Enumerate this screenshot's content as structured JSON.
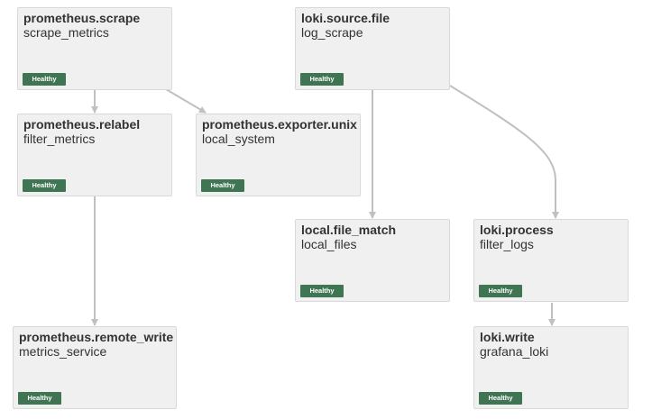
{
  "accent": {
    "healthy": "#3f7553",
    "node_background": "#f0f0f0",
    "node_border": "#d9d9d9",
    "edge": "#c0c0c0"
  },
  "nodes": [
    {
      "id": "prometheus-scrape",
      "type": "prometheus.scrape",
      "label": "scrape_metrics",
      "health": "Healthy"
    },
    {
      "id": "prometheus-relabel",
      "type": "prometheus.relabel",
      "label": "filter_metrics",
      "health": "Healthy"
    },
    {
      "id": "prometheus-exporter-unix",
      "type": "prometheus.exporter.unix",
      "label": "local_system",
      "health": "Healthy"
    },
    {
      "id": "prometheus-remote-write",
      "type": "prometheus.remote_write",
      "label": "metrics_service",
      "health": "Healthy"
    },
    {
      "id": "loki-source-file",
      "type": "loki.source.file",
      "label": "log_scrape",
      "health": "Healthy"
    },
    {
      "id": "local-file-match",
      "type": "local.file_match",
      "label": "local_files",
      "health": "Healthy"
    },
    {
      "id": "loki-process",
      "type": "loki.process",
      "label": "filter_logs",
      "health": "Healthy"
    },
    {
      "id": "loki-write",
      "type": "loki.write",
      "label": "grafana_loki",
      "health": "Healthy"
    }
  ],
  "edges": [
    {
      "from": "prometheus.scrape",
      "to": "prometheus.relabel"
    },
    {
      "from": "prometheus.scrape",
      "to": "prometheus.exporter.unix"
    },
    {
      "from": "prometheus.relabel",
      "to": "prometheus.remote_write"
    },
    {
      "from": "loki.source.file",
      "to": "local.file_match"
    },
    {
      "from": "loki.source.file",
      "to": "loki.process"
    },
    {
      "from": "loki.process",
      "to": "loki.write"
    }
  ]
}
